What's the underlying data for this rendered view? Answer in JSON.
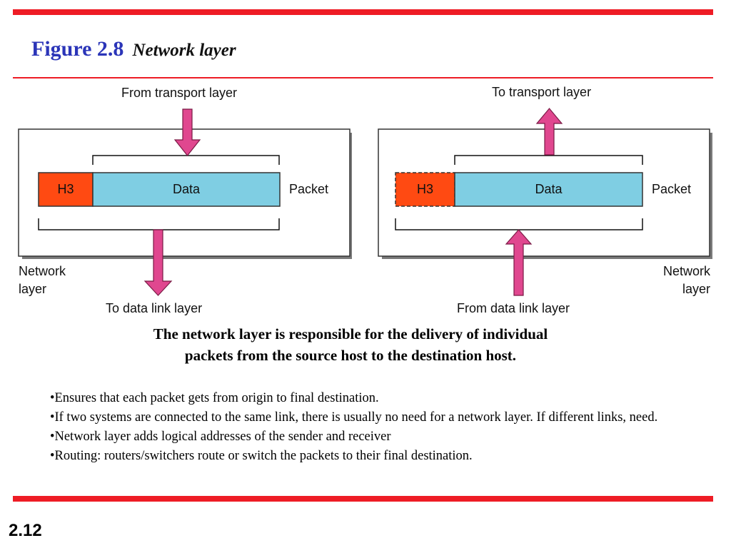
{
  "figure": {
    "number": "Figure 2.8",
    "subtitle": "Network layer"
  },
  "diagram": {
    "sender": {
      "top_label": "From transport layer",
      "header": "H3",
      "data": "Data",
      "packet": "Packet",
      "side_label_line1": "Network",
      "side_label_line2": "layer",
      "bottom_label": "To data link layer"
    },
    "receiver": {
      "top_label": "To transport layer",
      "header": "H3",
      "data": "Data",
      "packet": "Packet",
      "side_label_line1": "Network",
      "side_label_line2": "layer",
      "bottom_label": "From data link layer"
    },
    "colors": {
      "header": "#ff4a12",
      "data": "#7fcee3",
      "arrow": "#e0478f",
      "rule": "#ee1c25",
      "title": "#2b35b8"
    }
  },
  "summary": "The network layer is responsible for the delivery of individual packets from the source host to the destination host.",
  "bullets": [
    "•Ensures that each packet gets from origin to final destination.",
    "•If two systems are connected to the same link, there is usually no need for a network layer.  If different links, need.",
    "•Network layer adds logical addresses of the sender and receiver",
    "•Routing: routers/switchers route or switch the packets to their final destination."
  ],
  "slide_number": "2.12"
}
